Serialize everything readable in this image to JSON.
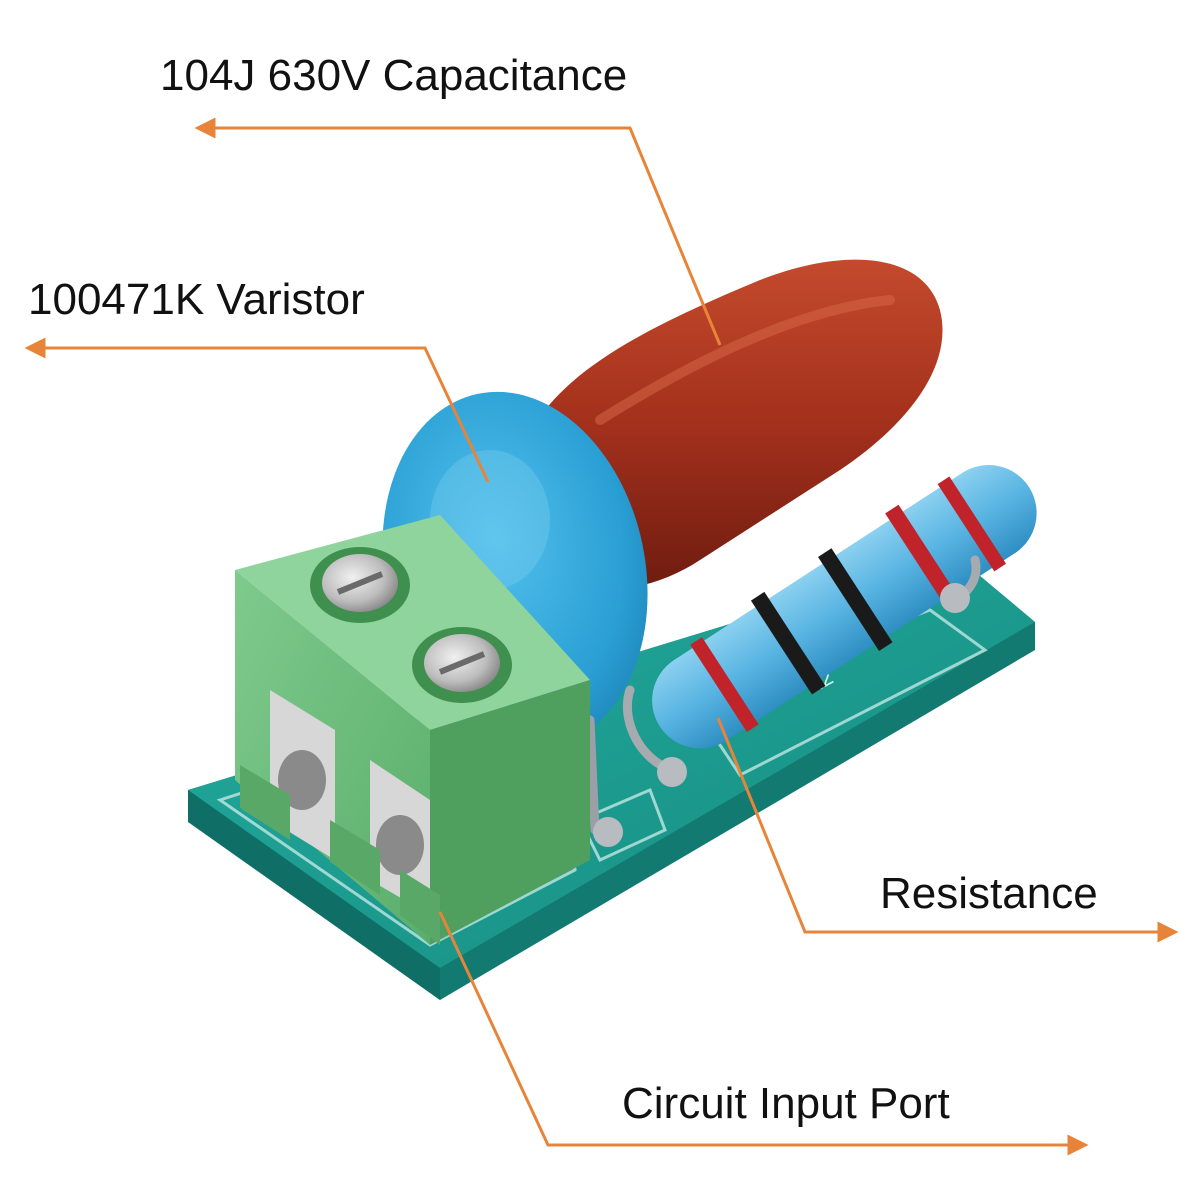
{
  "callouts": {
    "capacitance": "104J 630V Capacitance",
    "varistor": "100471K Varistor",
    "resistance": "Resistance",
    "input_port": "Circuit Input Port"
  },
  "pcb_silkscreen": {
    "resistor_ref": "R2"
  },
  "colors": {
    "leader_line": "#E8843A",
    "pcb": "#1FA39A",
    "terminal": "#6DBE7E",
    "capacitor": "#A6321E",
    "varistor": "#2EA6D8",
    "resistor": "#5DB8E4",
    "resistor_band_red": "#C0232A",
    "resistor_band_black": "#1A1A1A"
  }
}
